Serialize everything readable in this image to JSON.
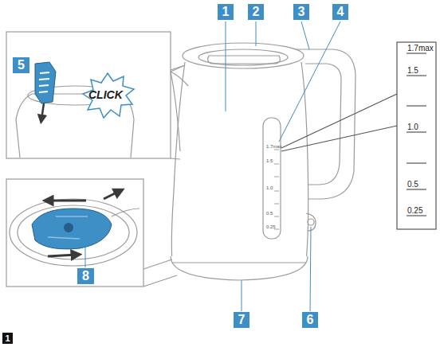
{
  "diagram": {
    "labels": [
      "1",
      "2",
      "3",
      "4",
      "5",
      "CLICK",
      "8",
      "7",
      "6",
      "1.7max",
      "1.5",
      "1.0",
      "0.5",
      "0.25",
      "1.7max",
      "1.5",
      "1.0",
      "0.5",
      "0.25",
      "1"
    ]
  }
}
